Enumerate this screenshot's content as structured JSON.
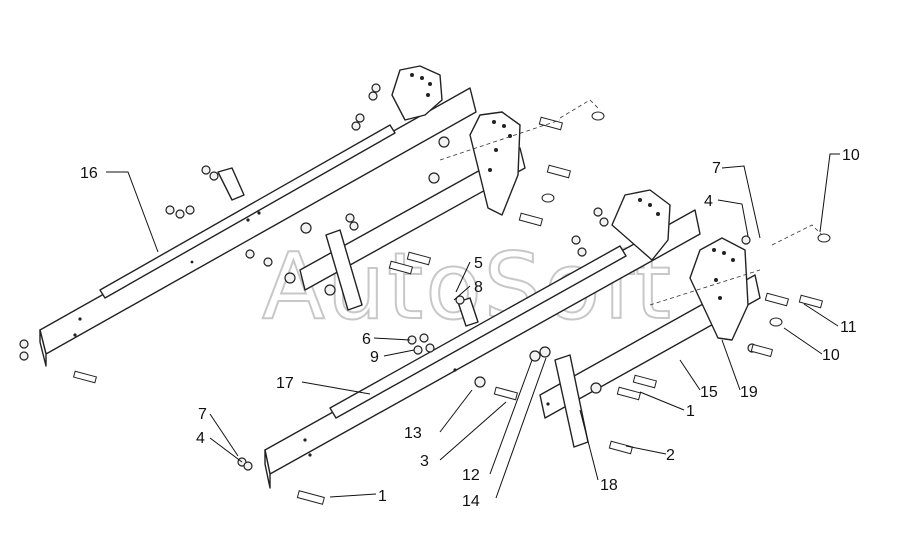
{
  "watermark": "AutoSoft",
  "callouts": {
    "c1a": "1",
    "c1b": "1",
    "c2": "2",
    "c3": "3",
    "c4a": "4",
    "c4b": "4",
    "c5": "5",
    "c6": "6",
    "c7a": "7",
    "c7b": "7",
    "c8": "8",
    "c9": "9",
    "c10a": "10",
    "c10b": "10",
    "c11": "11",
    "c12": "12",
    "c13": "13",
    "c14": "14",
    "c15": "15",
    "c16": "16",
    "c17": "17",
    "c18": "18",
    "c19": "19"
  },
  "icons": {
    "frame": "long-rail-beam-icon",
    "bracket": "perforated-mount-plate-icon",
    "fastener": "bolt-nut-washer-icon"
  },
  "colors": {
    "line": "#222222",
    "watermark": "#c8c8c8",
    "background": "#ffffff"
  }
}
